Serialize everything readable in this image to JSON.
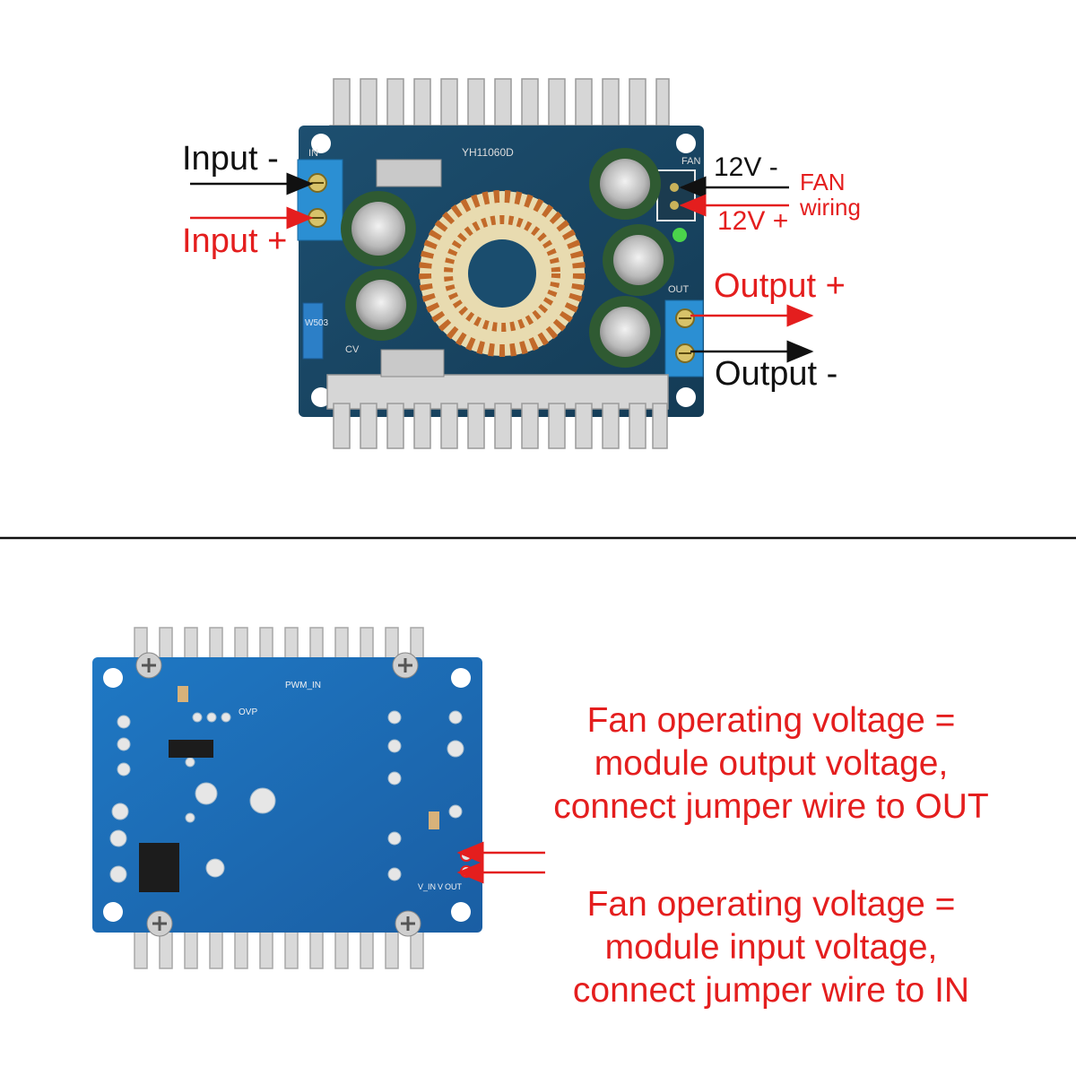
{
  "top": {
    "labels": {
      "input_minus": "Input -",
      "input_plus": "Input +",
      "fan_12v_minus": "12V -",
      "fan_12v_plus": "12V +",
      "fan_wiring_line1": "FAN",
      "fan_wiring_line2": "wiring",
      "output_plus": "Output +",
      "output_minus": "Output -"
    },
    "board": {
      "silk_model": "YH11060D",
      "silk_in": "IN",
      "silk_fan": "FAN",
      "silk_out": "OUT",
      "silk_cv": "CV",
      "trimpot_code": "W503"
    }
  },
  "bottom": {
    "board": {
      "silk_pwm": "PWM_IN",
      "silk_ovp": "OVP",
      "silk_v_in": "V_IN",
      "silk_v": "V",
      "silk_out": "OUT"
    },
    "note_out": {
      "line1": "Fan operating voltage =",
      "line2": "module output voltage,",
      "line3": "connect jumper wire to OUT"
    },
    "note_in": {
      "line1": "Fan operating voltage =",
      "line2": "module input voltage,",
      "line3": "connect jumper wire to IN"
    }
  },
  "colors": {
    "annotation_red": "#e41e1e",
    "annotation_black": "#111111",
    "pcb_blue": "#1e6fb8",
    "heatsink": "#d9d9d9",
    "copper": "#c26a2a"
  }
}
